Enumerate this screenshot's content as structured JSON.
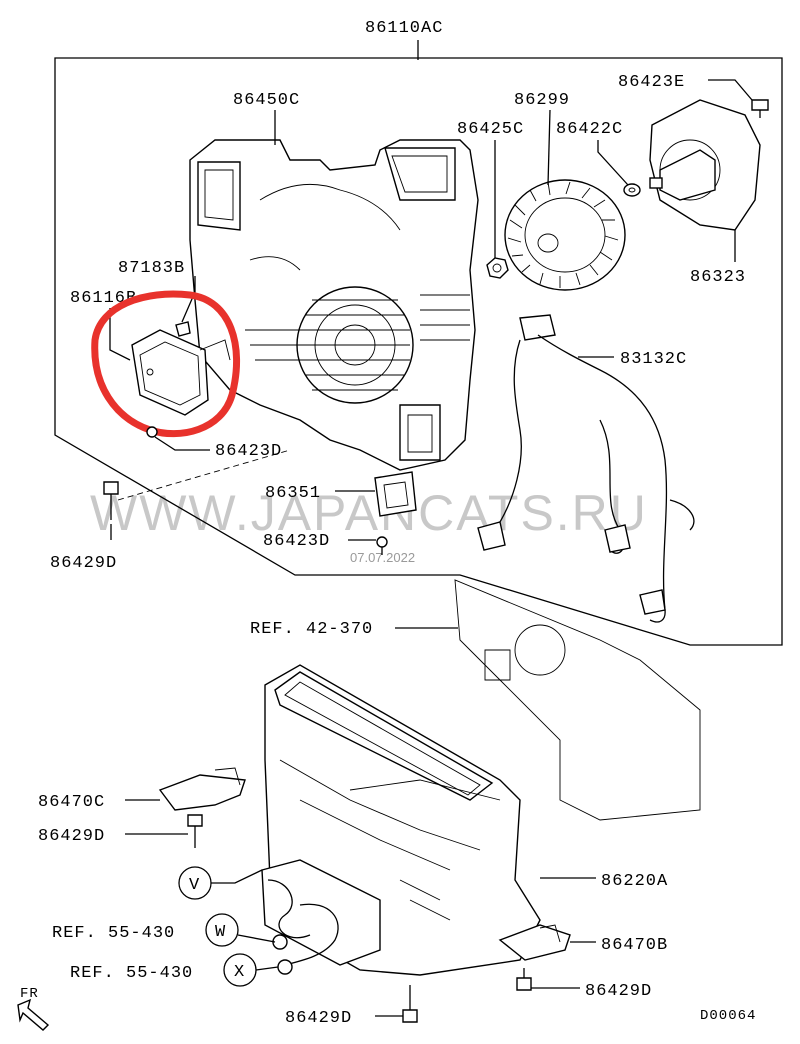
{
  "diagram": {
    "labels": {
      "assembly": "86110AC",
      "case_upper": "86450C",
      "blower_fan": "86299",
      "nut_upper": "86425C",
      "washer": "86422C",
      "screw_e": "86423E",
      "motor": "86323",
      "bolt_b": "87183B",
      "actuator": "86116B",
      "harness": "83132C",
      "screw_d_upper": "86423D",
      "resistor": "86351",
      "screw_d_lower": "86423D",
      "bolt_left": "86429D",
      "ref_upper": "REF. 42-370",
      "bracket_left": "86470C",
      "bolt_left2": "86429D",
      "heater_unit": "86220A",
      "circle_v": "V",
      "circle_w": "W",
      "circle_x": "X",
      "ref_w": "REF. 55-430",
      "ref_x": "REF. 55-430",
      "bracket_right": "86470B",
      "bolt_right": "86429D",
      "bolt_bottom": "86429D",
      "fr": "FR",
      "diagram_code": "D00064"
    },
    "watermark": "WWW.JAPANCATS.RU",
    "date_stamp": "07.07.2022",
    "highlight_color": "#e8322c"
  }
}
